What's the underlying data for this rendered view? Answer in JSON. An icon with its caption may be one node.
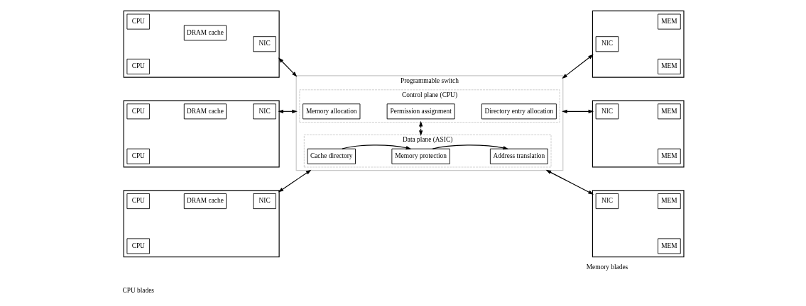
{
  "diagram": {
    "nodes": [
      {
        "text": [
          "Programmable switch"
        ]
      },
      {
        "text": [
          "Control plane (CPU)"
        ],
        "in": 0
      },
      {
        "text": [
          "Memory allocation"
        ],
        "in": 1
      },
      {
        "text": [
          "Permission assignment"
        ],
        "in": 1
      },
      {
        "text": [
          "Directory entry allocation"
        ],
        "in": 1
      },
      {
        "text": [
          "Data plane (ASIC)"
        ],
        "in": 0
      },
      {
        "text": [
          "Cache directory"
        ],
        "in": 5
      },
      {
        "text": [
          "Memory protection"
        ],
        "in": 5
      },
      {
        "text": [
          "Address translation"
        ],
        "in": 5
      },
      {
        "text": [],
        "shape": "box"
      },
      {
        "text": [
          "CPU"
        ],
        "in": 9
      },
      {
        "text": [
          "CPU"
        ],
        "in": 9
      },
      {
        "text": [
          "DRAM cache"
        ],
        "in": 9
      },
      {
        "text": [
          "NIC"
        ],
        "in": 9
      },
      {
        "text": [],
        "shape": "box"
      },
      {
        "text": [
          "CPU"
        ],
        "in": 14
      },
      {
        "text": [
          "CPU"
        ],
        "in": 14
      },
      {
        "text": [
          "DRAM cache"
        ],
        "in": 14
      },
      {
        "text": [
          "NIC"
        ],
        "in": 14
      },
      {
        "text": [],
        "shape": "box"
      },
      {
        "text": [
          "CPU"
        ],
        "in": 19
      },
      {
        "text": [
          "CPU"
        ],
        "in": 19
      },
      {
        "text": [
          "DRAM cache"
        ],
        "in": 19
      },
      {
        "text": [
          "NIC"
        ],
        "in": 19
      },
      {
        "text": [],
        "shape": "box"
      },
      {
        "text": [
          "NIC"
        ],
        "in": 24
      },
      {
        "text": [
          "MEM"
        ],
        "in": 24
      },
      {
        "text": [
          "MEM"
        ],
        "in": 24
      },
      {
        "text": [],
        "shape": "box"
      },
      {
        "text": [
          "NIC"
        ],
        "in": 28
      },
      {
        "text": [
          "MEM"
        ],
        "in": 28
      },
      {
        "text": [
          "MEM"
        ],
        "in": 28
      },
      {
        "text": [],
        "shape": "box"
      },
      {
        "text": [
          "NIC"
        ],
        "in": 32
      },
      {
        "text": [
          "MEM"
        ],
        "in": 32
      },
      {
        "text": [
          "MEM"
        ],
        "in": 32
      }
    ],
    "edges": [
      {
        "from": 9,
        "to": 0,
        "arrow": "both"
      },
      {
        "from": 14,
        "to": 0,
        "arrow": "both"
      },
      {
        "from": 19,
        "to": 0,
        "arrow": "both"
      },
      {
        "from": 0,
        "to": 24,
        "arrow": "both"
      },
      {
        "from": 0,
        "to": 28,
        "arrow": "both"
      },
      {
        "from": 0,
        "to": 32,
        "arrow": "both"
      },
      {
        "from": 1,
        "to": 5,
        "arrow": "both",
        "style": "dashed"
      },
      {
        "from": 6,
        "to": 7,
        "arrow": "to"
      },
      {
        "from": 7,
        "to": 8,
        "arrow": "to"
      }
    ],
    "labels": [
      "CPU blades",
      "Memory blades"
    ]
  }
}
